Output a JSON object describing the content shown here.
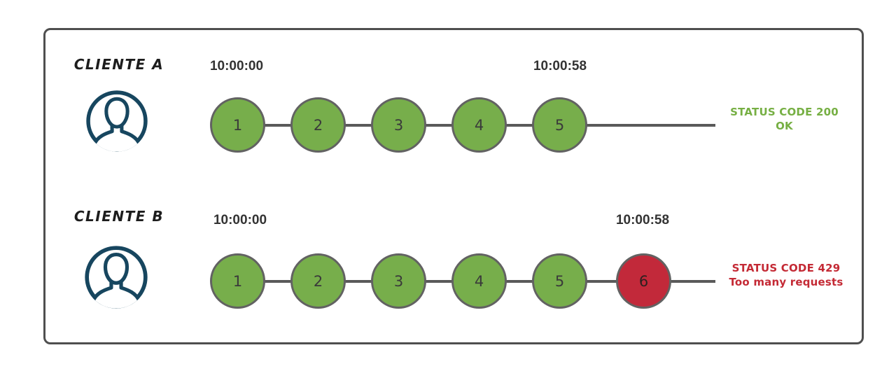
{
  "rows": [
    {
      "client": "CLIENTE A",
      "start_time": "10:00:00",
      "end_time": "10:00:58",
      "requests": [
        {
          "label": "1",
          "state": "ok"
        },
        {
          "label": "2",
          "state": "ok"
        },
        {
          "label": "3",
          "state": "ok"
        },
        {
          "label": "4",
          "state": "ok"
        },
        {
          "label": "5",
          "state": "ok"
        }
      ],
      "status": {
        "code_line": "STATUS CODE 200",
        "message_line": "OK"
      }
    },
    {
      "client": "CLIENTE B",
      "start_time": "10:00:00",
      "end_time": "10:00:58",
      "requests": [
        {
          "label": "1",
          "state": "ok"
        },
        {
          "label": "2",
          "state": "ok"
        },
        {
          "label": "3",
          "state": "ok"
        },
        {
          "label": "4",
          "state": "ok"
        },
        {
          "label": "5",
          "state": "ok"
        },
        {
          "label": "6",
          "state": "error"
        }
      ],
      "status": {
        "code_line": "STATUS CODE 429",
        "message_line": "Too many requests"
      }
    }
  ],
  "icons": {
    "user_avatar": "user-avatar-icon"
  },
  "colors": {
    "success_green": "#77AE4B",
    "error_red": "#C2293A",
    "status_green_text": "#76AF43",
    "status_red_text": "#C42A35",
    "avatar_navy": "#17465F",
    "line_gray": "#5A5A5A",
    "node_border_gray": "#626262",
    "panel_border_gray": "#4F4F4F",
    "timestamp_text": "#333333"
  }
}
